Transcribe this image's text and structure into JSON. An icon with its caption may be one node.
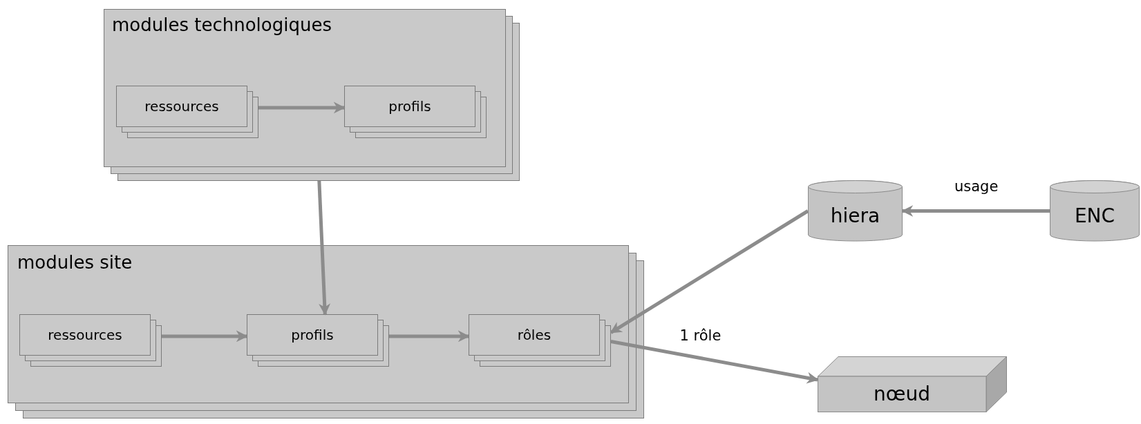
{
  "diagram": {
    "nodes": [
      {
        "text": [
          "modules technologiques"
        ]
      },
      {
        "text": [
          "ressources"
        ],
        "in": 0
      },
      {
        "text": [
          "profils"
        ],
        "in": 0
      },
      {
        "text": [
          "hiera"
        ]
      },
      {
        "text": [
          "ENC"
        ]
      },
      {
        "text": [
          "modules site"
        ]
      },
      {
        "text": [
          "ressources"
        ],
        "in": 5
      },
      {
        "text": [
          "profils"
        ],
        "in": 5
      },
      {
        "text": [
          "rôles"
        ],
        "in": 5
      },
      {
        "text": [
          "nœud"
        ]
      }
    ],
    "edges": [
      {
        "from": 1,
        "to": 2,
        "arrow": "to"
      },
      {
        "from": 0,
        "to": 7,
        "arrow": "to"
      },
      {
        "from": 4,
        "to": 3,
        "arrow": "to",
        "label": "usage"
      },
      {
        "from": 3,
        "to": 8,
        "arrow": "to"
      },
      {
        "from": 6,
        "to": 7,
        "arrow": "to"
      },
      {
        "from": 7,
        "to": 8,
        "arrow": "to"
      },
      {
        "from": 8,
        "to": 9,
        "arrow": "to",
        "label": "1 rôle"
      }
    ]
  }
}
